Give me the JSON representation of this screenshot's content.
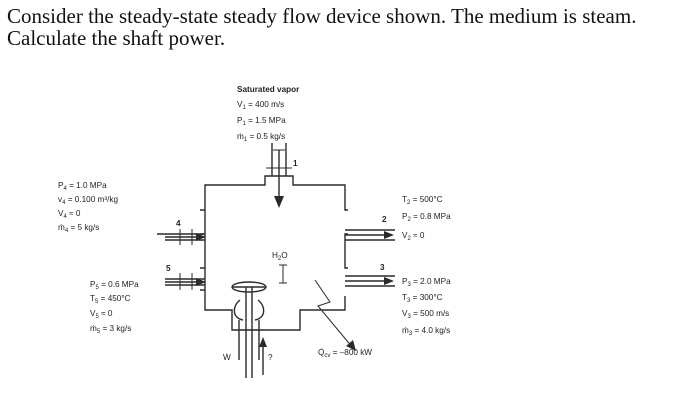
{
  "question": {
    "line1": "Consider the steady-state steady flow device shown.  The medium is steam.",
    "line2": "Calculate the shaft power."
  },
  "figure": {
    "inlet1": {
      "header": "Saturated vapor",
      "v_sym": "V",
      "v_sub": "1",
      "v_val": " = 400 m/s",
      "p_sym": "P",
      "p_sub": "1",
      "p_val": " = 1.5 MPa",
      "m_sym": "ṁ",
      "m_sub": "1",
      "m_val": " = 0.5 kg/s",
      "port": "1"
    },
    "inlet4": {
      "p_sym": "P",
      "p_sub": "4",
      "p_val": " = 1.0 MPa",
      "v_sym": "v",
      "v_sub": "4",
      "v_val": " = 0.100 m³/kg",
      "vel_sym": "V",
      "vel_sub": "4",
      "vel_val": " ≈ 0",
      "m_sym": "ṁ",
      "m_sub": "4",
      "m_val": " = 5 kg/s",
      "port": "4"
    },
    "inlet5": {
      "p_sym": "P",
      "p_sub": "5",
      "p_val": " = 0.6 MPa",
      "t_sym": "T",
      "t_sub": "5",
      "t_val": " = 450°C",
      "v_sym": "V",
      "v_sub": "5",
      "v_val": " ≈ 0",
      "m_sym": "ṁ",
      "m_sub": "5",
      "m_val": " = 3 kg/s",
      "port": "5"
    },
    "outlet2": {
      "t_sym": "T",
      "t_sub": "2",
      "t_val": " = 500°C",
      "p_sym": "P",
      "p_sub": "2",
      "p_val": " = 0.8 MPa",
      "v_sym": "V",
      "v_sub": "2",
      "v_val": " ≈ 0",
      "port": "2"
    },
    "outlet3": {
      "p_sym": "P",
      "p_sub": "3",
      "p_val": " = 2.0 MPa",
      "t_sym": "T",
      "t_sub": "3",
      "t_val": " = 300°C",
      "v_sym": "V",
      "v_sub": "3",
      "v_val": " = 500 m/s",
      "m_sym": "ṁ",
      "m_sub": "3",
      "m_val": " = 4.0 kg/s",
      "port": "3"
    },
    "medium": {
      "sym": "H",
      "sub": "2",
      "rest": "O"
    },
    "heat": {
      "sym": "Q̇",
      "sub": "cv",
      "val": " = –800 kW"
    },
    "work": {
      "sym": "Ẇ",
      "val": "?"
    }
  }
}
